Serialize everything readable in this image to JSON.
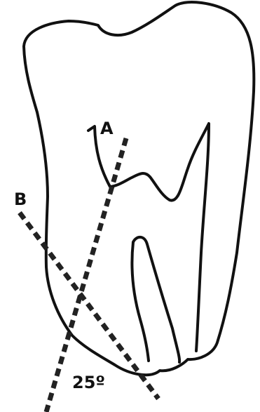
{
  "labels": {
    "a": "A",
    "b": "B",
    "angle": "25º"
  },
  "colors": {
    "outline": "#111111",
    "axis_line": "#222222",
    "background": "#ffffff"
  }
}
